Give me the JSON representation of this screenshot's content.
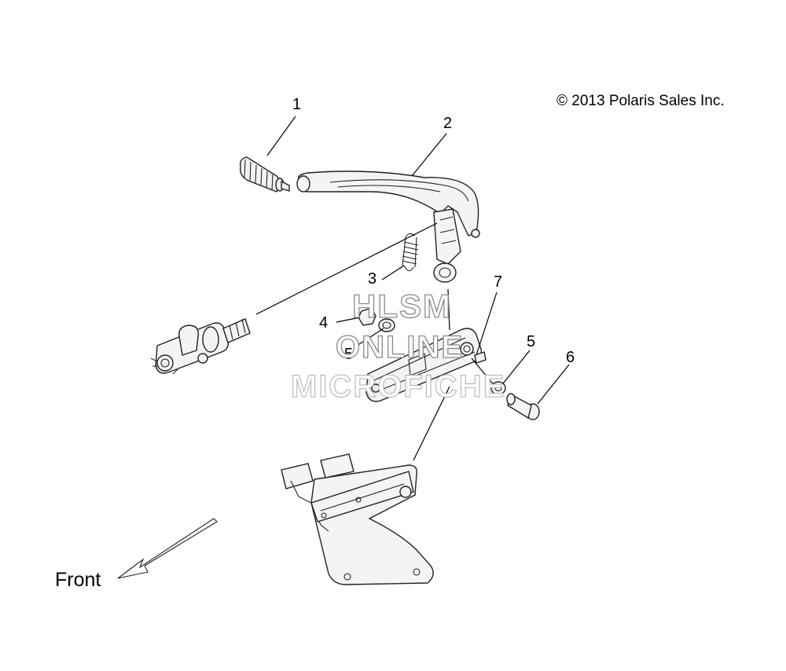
{
  "copyright": "© 2013 Polaris Sales Inc.",
  "front_label": "Front",
  "watermark": {
    "line1": "HLSM",
    "line2": "ONLINE",
    "line3": "MICROFICHE"
  },
  "callouts": [
    {
      "id": "c1",
      "text": "1"
    },
    {
      "id": "c2",
      "text": "2"
    },
    {
      "id": "c3",
      "text": "3"
    },
    {
      "id": "c4",
      "text": "4"
    },
    {
      "id": "c5a",
      "text": "5"
    },
    {
      "id": "c5b",
      "text": "5"
    },
    {
      "id": "c6",
      "text": "6"
    },
    {
      "id": "c7",
      "text": "7"
    }
  ]
}
